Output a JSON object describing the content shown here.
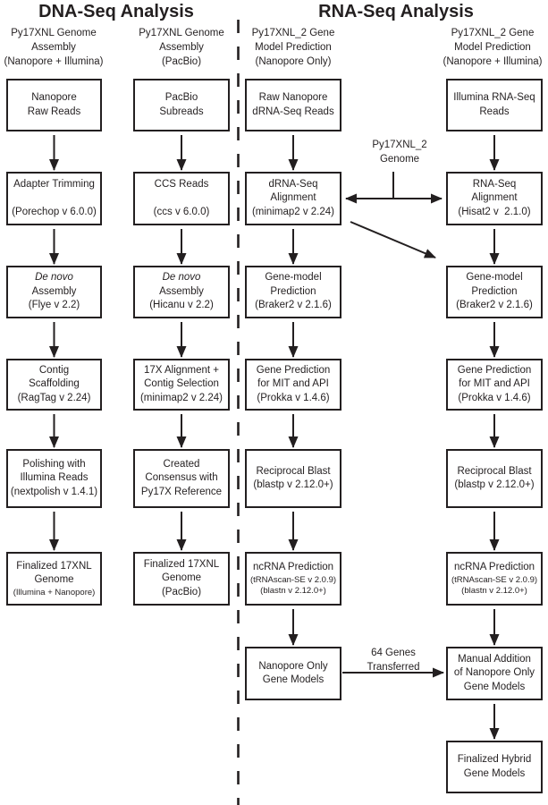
{
  "titles": {
    "dna": "DNA-Seq Analysis",
    "rna": "RNA-Seq Analysis"
  },
  "columns": [
    {
      "header": [
        "Py17XNL Genome",
        "Assembly",
        "(Nanopore + Illumina)"
      ],
      "boxes": [
        {
          "lines": [
            "Nanopore",
            "Raw Reads"
          ]
        },
        {
          "lines": [
            "Adapter Trimming",
            "(Porechop v 6.0.0)"
          ]
        },
        {
          "lines": [
            "De novo",
            "Assembly",
            "(Flye v 2.2)"
          ]
        },
        {
          "lines": [
            "Contig",
            "Scaffolding",
            "(RagTag v 2.24)"
          ]
        },
        {
          "lines": [
            "Polishing with",
            "Illumina Reads",
            "(nextpolish v 1.4.1)"
          ]
        },
        {
          "lines": [
            "Finalized 17XNL",
            "Genome",
            "(Illumina + Nanopore)"
          ]
        }
      ]
    },
    {
      "header": [
        "Py17XNL Genome",
        "Assembly",
        "(PacBio)"
      ],
      "boxes": [
        {
          "lines": [
            "PacBio",
            "Subreads"
          ]
        },
        {
          "lines": [
            "CCS Reads",
            "(ccs v 6.0.0)"
          ]
        },
        {
          "lines": [
            "De novo",
            "Assembly",
            "(Hicanu v 2.2)"
          ]
        },
        {
          "lines": [
            "17X Alignment +",
            "Contig Selection",
            "(minimap2 v 2.24)"
          ]
        },
        {
          "lines": [
            "Created",
            "Consensus with",
            "Py17X Reference"
          ]
        },
        {
          "lines": [
            "Finalized 17XNL",
            "Genome",
            "(PacBio)"
          ]
        }
      ]
    },
    {
      "header": [
        "Py17XNL_2 Gene",
        "Model Prediction",
        "(Nanopore Only)"
      ],
      "boxes": [
        {
          "lines": [
            "Raw Nanopore",
            "dRNA-Seq Reads"
          ]
        },
        {
          "lines": [
            "dRNA-Seq",
            "Alignment",
            "(minimap2 v 2.24)"
          ]
        },
        {
          "lines": [
            "Gene-model",
            "Prediction",
            "(Braker2 v 2.1.6)"
          ]
        },
        {
          "lines": [
            "Gene Prediction",
            "for MIT and API",
            "(Prokka v 1.4.6)"
          ]
        },
        {
          "lines": [
            "Reciprocal Blast",
            "(blastp v 2.12.0+)"
          ]
        },
        {
          "lines": [
            "ncRNA Prediction",
            "(tRNAscan-SE v 2.0.9)",
            "(blastn v 2.12.0+)"
          ]
        },
        {
          "lines": [
            "Nanopore Only",
            "Gene Models"
          ]
        }
      ]
    },
    {
      "header": [
        "Py17XNL_2 Gene",
        "Model Prediction",
        "(Nanopore + Illumina)"
      ],
      "boxes": [
        {
          "lines": [
            "Illumina RNA-Seq",
            "Reads"
          ]
        },
        {
          "lines": [
            "RNA-Seq",
            "Alignment",
            "(Hisat2 v  2.1.0)"
          ]
        },
        {
          "lines": [
            "Gene-model",
            "Prediction",
            "(Braker2 v 2.1.6)"
          ]
        },
        {
          "lines": [
            "Gene Prediction",
            "for MIT and API",
            "(Prokka v 1.4.6)"
          ]
        },
        {
          "lines": [
            "Reciprocal Blast",
            "(blastp v 2.12.0+)"
          ]
        },
        {
          "lines": [
            "ncRNA Prediction",
            "(tRNAscan-SE v 2.0.9)",
            "(blastn v 2.12.0+)"
          ]
        },
        {
          "lines": [
            "Manual Addition",
            "of Nanopore Only",
            "Gene Models"
          ]
        },
        {
          "lines": [
            "Finalized Hybrid",
            "Gene Models"
          ]
        }
      ]
    }
  ],
  "labels": {
    "genome_input": [
      "Py17XNL_2",
      "Genome"
    ],
    "genes_transferred": [
      "64 Genes",
      "Transferred"
    ]
  },
  "colors": {
    "ink": "#231f20",
    "background": "#ffffff"
  }
}
